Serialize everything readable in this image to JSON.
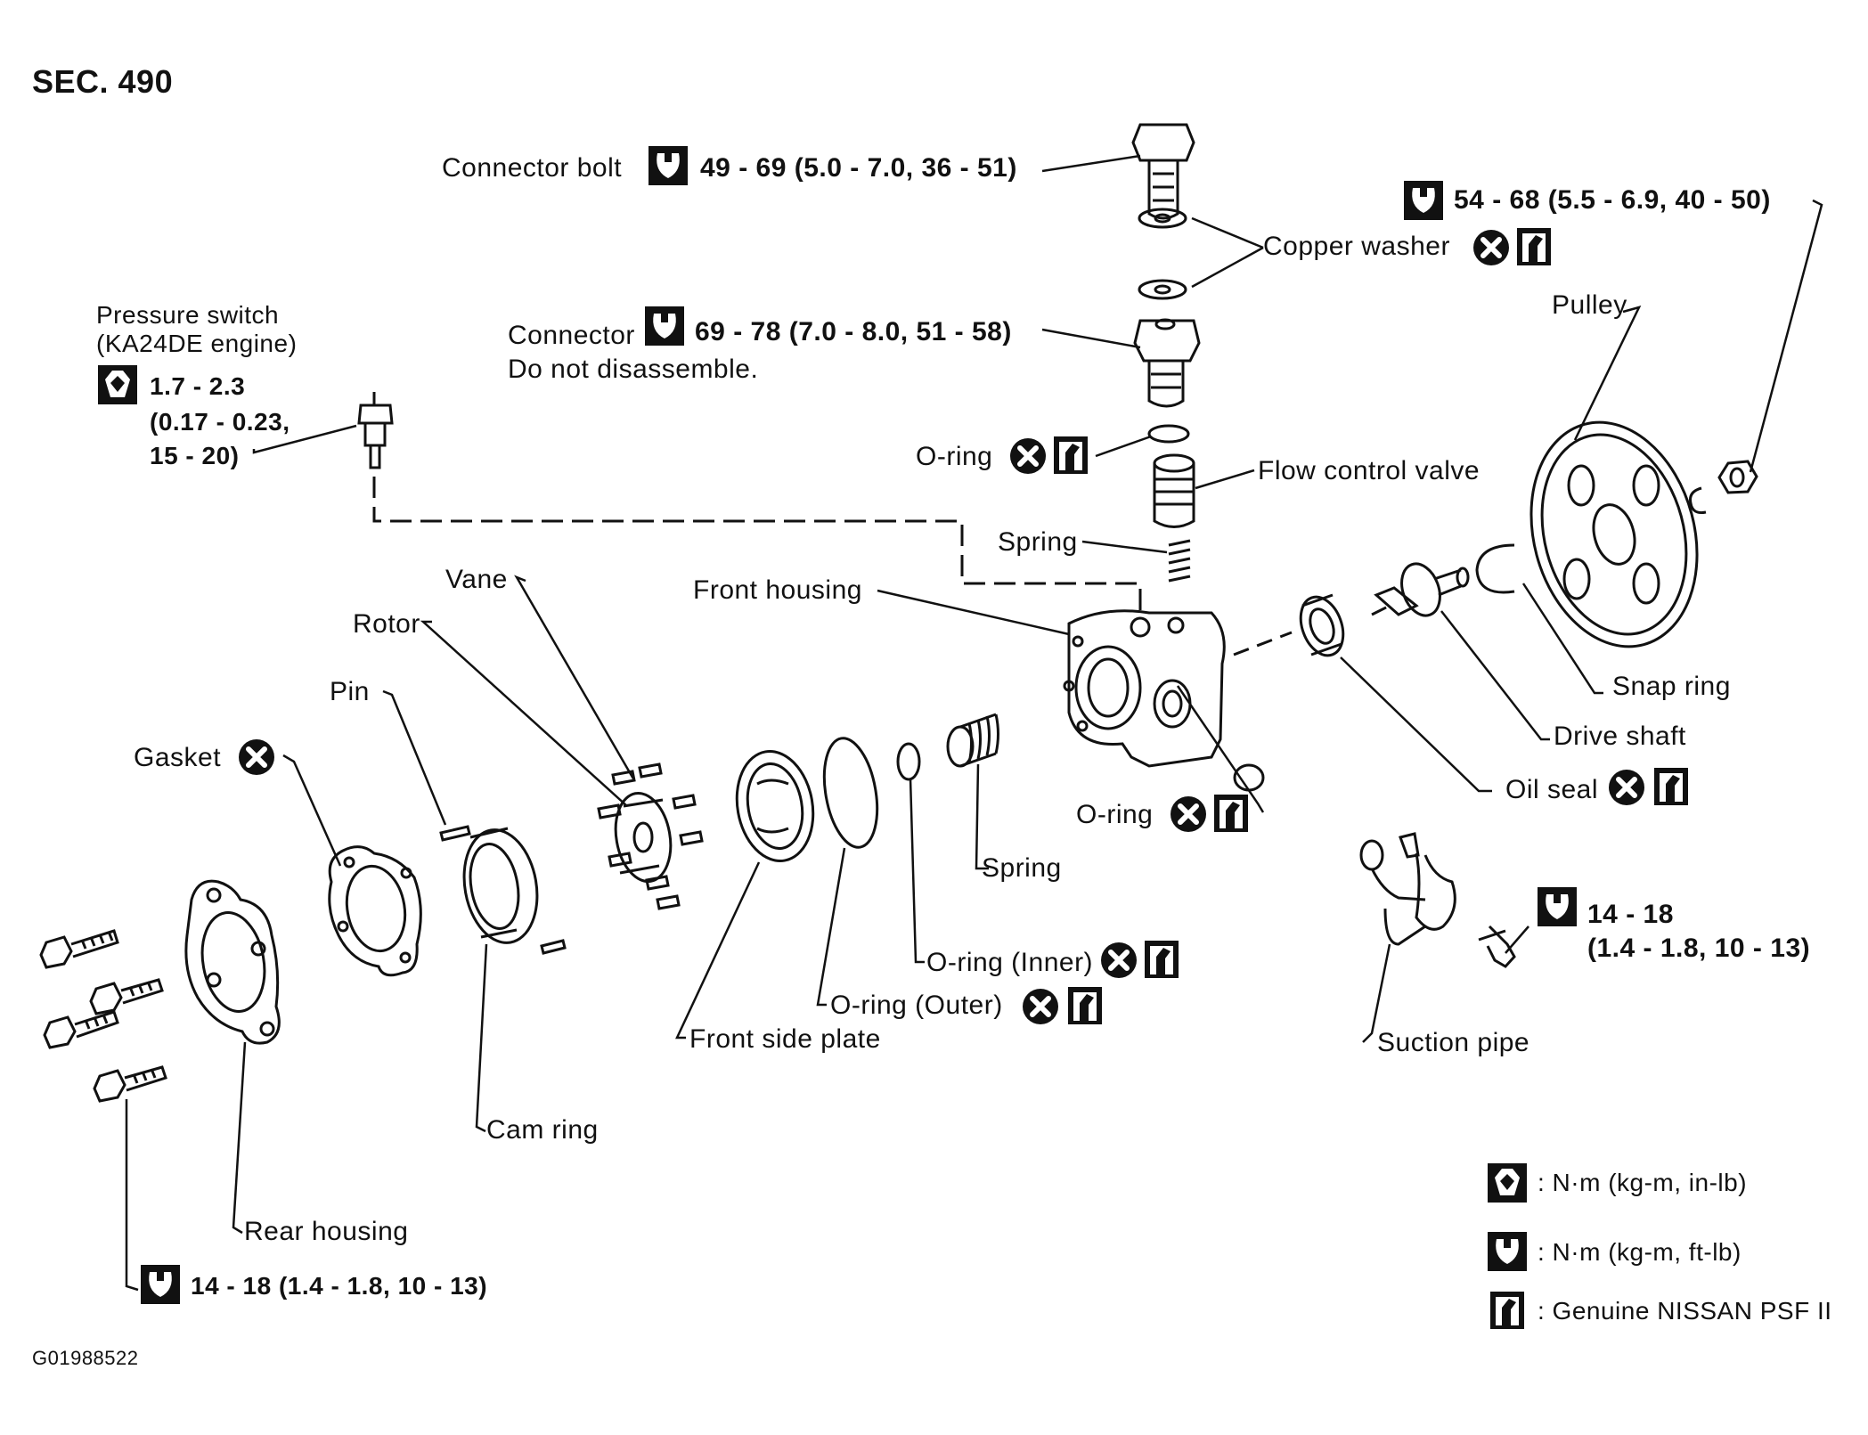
{
  "section": "SEC. 490",
  "figure_id": "G01988522",
  "labels": {
    "connector_bolt": "Connector bolt",
    "connector_bolt_torque": "49 - 69 (5.0 - 7.0, 36 - 51)",
    "copper_washer": "Copper washer",
    "nut_torque": "54 - 68 (5.5 - 6.9, 40 - 50)",
    "pulley": "Pulley",
    "pressure_switch_1": "Pressure switch",
    "pressure_switch_2": "(KA24DE engine)",
    "pressure_switch_torque_1": "1.7 - 2.3",
    "pressure_switch_torque_2": "(0.17 - 0.23,",
    "pressure_switch_torque_3": "15 - 20)",
    "connector": "Connector",
    "connector_torque": "69 - 78 (7.0 - 8.0, 51 - 58)",
    "connector_note": "Do not disassemble.",
    "oring_top": "O-ring",
    "flow_control_valve": "Flow control valve",
    "spring_top": "Spring",
    "front_housing": "Front housing",
    "vane": "Vane",
    "rotor": "Rotor",
    "pin": "Pin",
    "gasket": "Gasket",
    "snap_ring": "Snap ring",
    "drive_shaft": "Drive shaft",
    "oil_seal": "Oil seal",
    "oring_mid": "O-ring",
    "spring_mid": "Spring",
    "oring_inner": "O-ring (Inner)",
    "oring_outer": "O-ring (Outer)",
    "front_side_plate": "Front side plate",
    "suction_pipe": "Suction pipe",
    "suction_torque_1": "14 - 18",
    "suction_torque_2": "(1.4 - 1.8, 10 - 13)",
    "cam_ring": "Cam ring",
    "rear_housing": "Rear housing",
    "rear_torque": "14 - 18 (1.4 - 1.8, 10 - 13)"
  },
  "legend": {
    "nm_inlb": ": N·m (kg-m, in-lb)",
    "nm_ftlb": ": N·m (kg-m, ft-lb)",
    "psf": ": Genuine NISSAN PSF II"
  },
  "icons": {
    "torque_inlb": "torque-wrench-filled-icon",
    "torque_ftlb": "torque-wrench-outline-icon",
    "replace": "replace-x-icon",
    "fluid": "psf-fluid-can-icon"
  }
}
